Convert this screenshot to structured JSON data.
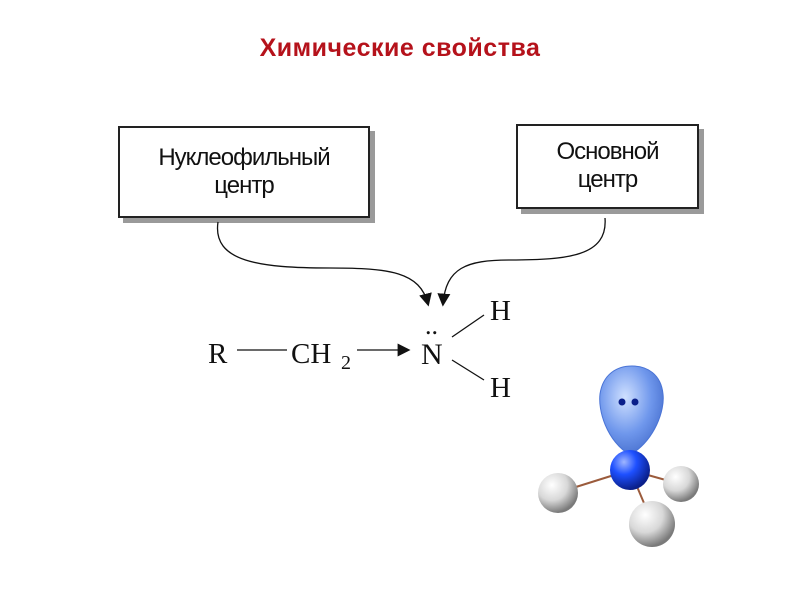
{
  "slide": {
    "title": "Химические свойства",
    "title_color": "#b5121b"
  },
  "labels": {
    "nucleophilic": {
      "line1": "Нуклеофильный",
      "line2": "центр"
    },
    "basic": {
      "line1": "Основной",
      "line2": "центр"
    }
  },
  "formula": {
    "r": "R",
    "ch": "CH",
    "sub2": "2",
    "n": "N",
    "lone_pair": "..",
    "h_top": "H",
    "h_bottom": "H"
  },
  "model": {
    "nitrogen_color": "#1e50ff",
    "orbital_color": "#6f97ec",
    "hydrogen_color": "#d8d8d8",
    "bond_color": "#9b5b3c"
  }
}
